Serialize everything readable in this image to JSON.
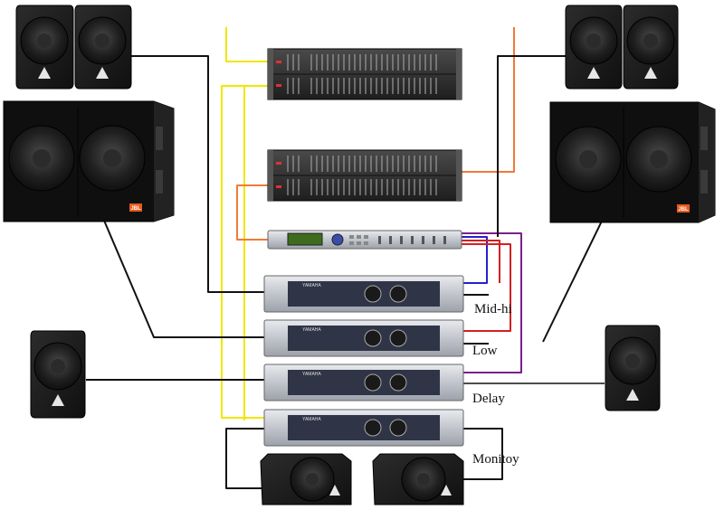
{
  "labels": {
    "mid_hi": "Mid-hi",
    "low": "Low",
    "delay": "Delay",
    "monitor": "Monitoy"
  },
  "amp_brand": "YAMAHA",
  "brand_badge": "JBL",
  "colors": {
    "speaker_body": "#1b1b1b",
    "cable_black": "#111111",
    "cable_yellow": "#f2e600",
    "cable_orange": "#f07a3a",
    "cable_red": "#d42020",
    "cable_blue": "#2222cc",
    "cable_purple": "#7a1f8c",
    "rack_silver": "#c9ccd2",
    "amp_face": "#2f3547"
  }
}
